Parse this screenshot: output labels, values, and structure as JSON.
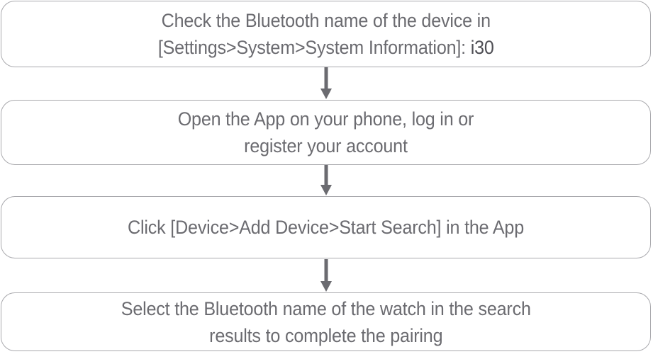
{
  "diagram": {
    "title": "Bluetooth watch pairing flowchart",
    "type": "vertical-flowchart",
    "colors": {
      "box_border": "#a9a9ad",
      "box_fill": "#ffffff",
      "text": "#6b6b70",
      "emphasis_text": "#4f4f55",
      "arrow": "#6b6b70",
      "background": "#ffffff"
    },
    "steps": [
      {
        "index": 1,
        "text": "Check the Bluetooth name of the device in\n[Settings>System>System Information]: ",
        "emphasis": "i30",
        "lines": 2
      },
      {
        "index": 2,
        "text": "Open the App on your phone, log in or\nregister your account",
        "lines": 2
      },
      {
        "index": 3,
        "text": "Click [Device>Add Device>Start Search] in the App",
        "lines": 1
      },
      {
        "index": 4,
        "text": "Select the Bluetooth name of the watch in the search\nresults to complete the pairing",
        "lines": 2
      }
    ],
    "connectors": [
      {
        "index": 1,
        "from_step": 1,
        "to_step": 2,
        "direction": "down"
      },
      {
        "index": 2,
        "from_step": 2,
        "to_step": 3,
        "direction": "down"
      },
      {
        "index": 3,
        "from_step": 3,
        "to_step": 4,
        "direction": "down"
      }
    ]
  }
}
